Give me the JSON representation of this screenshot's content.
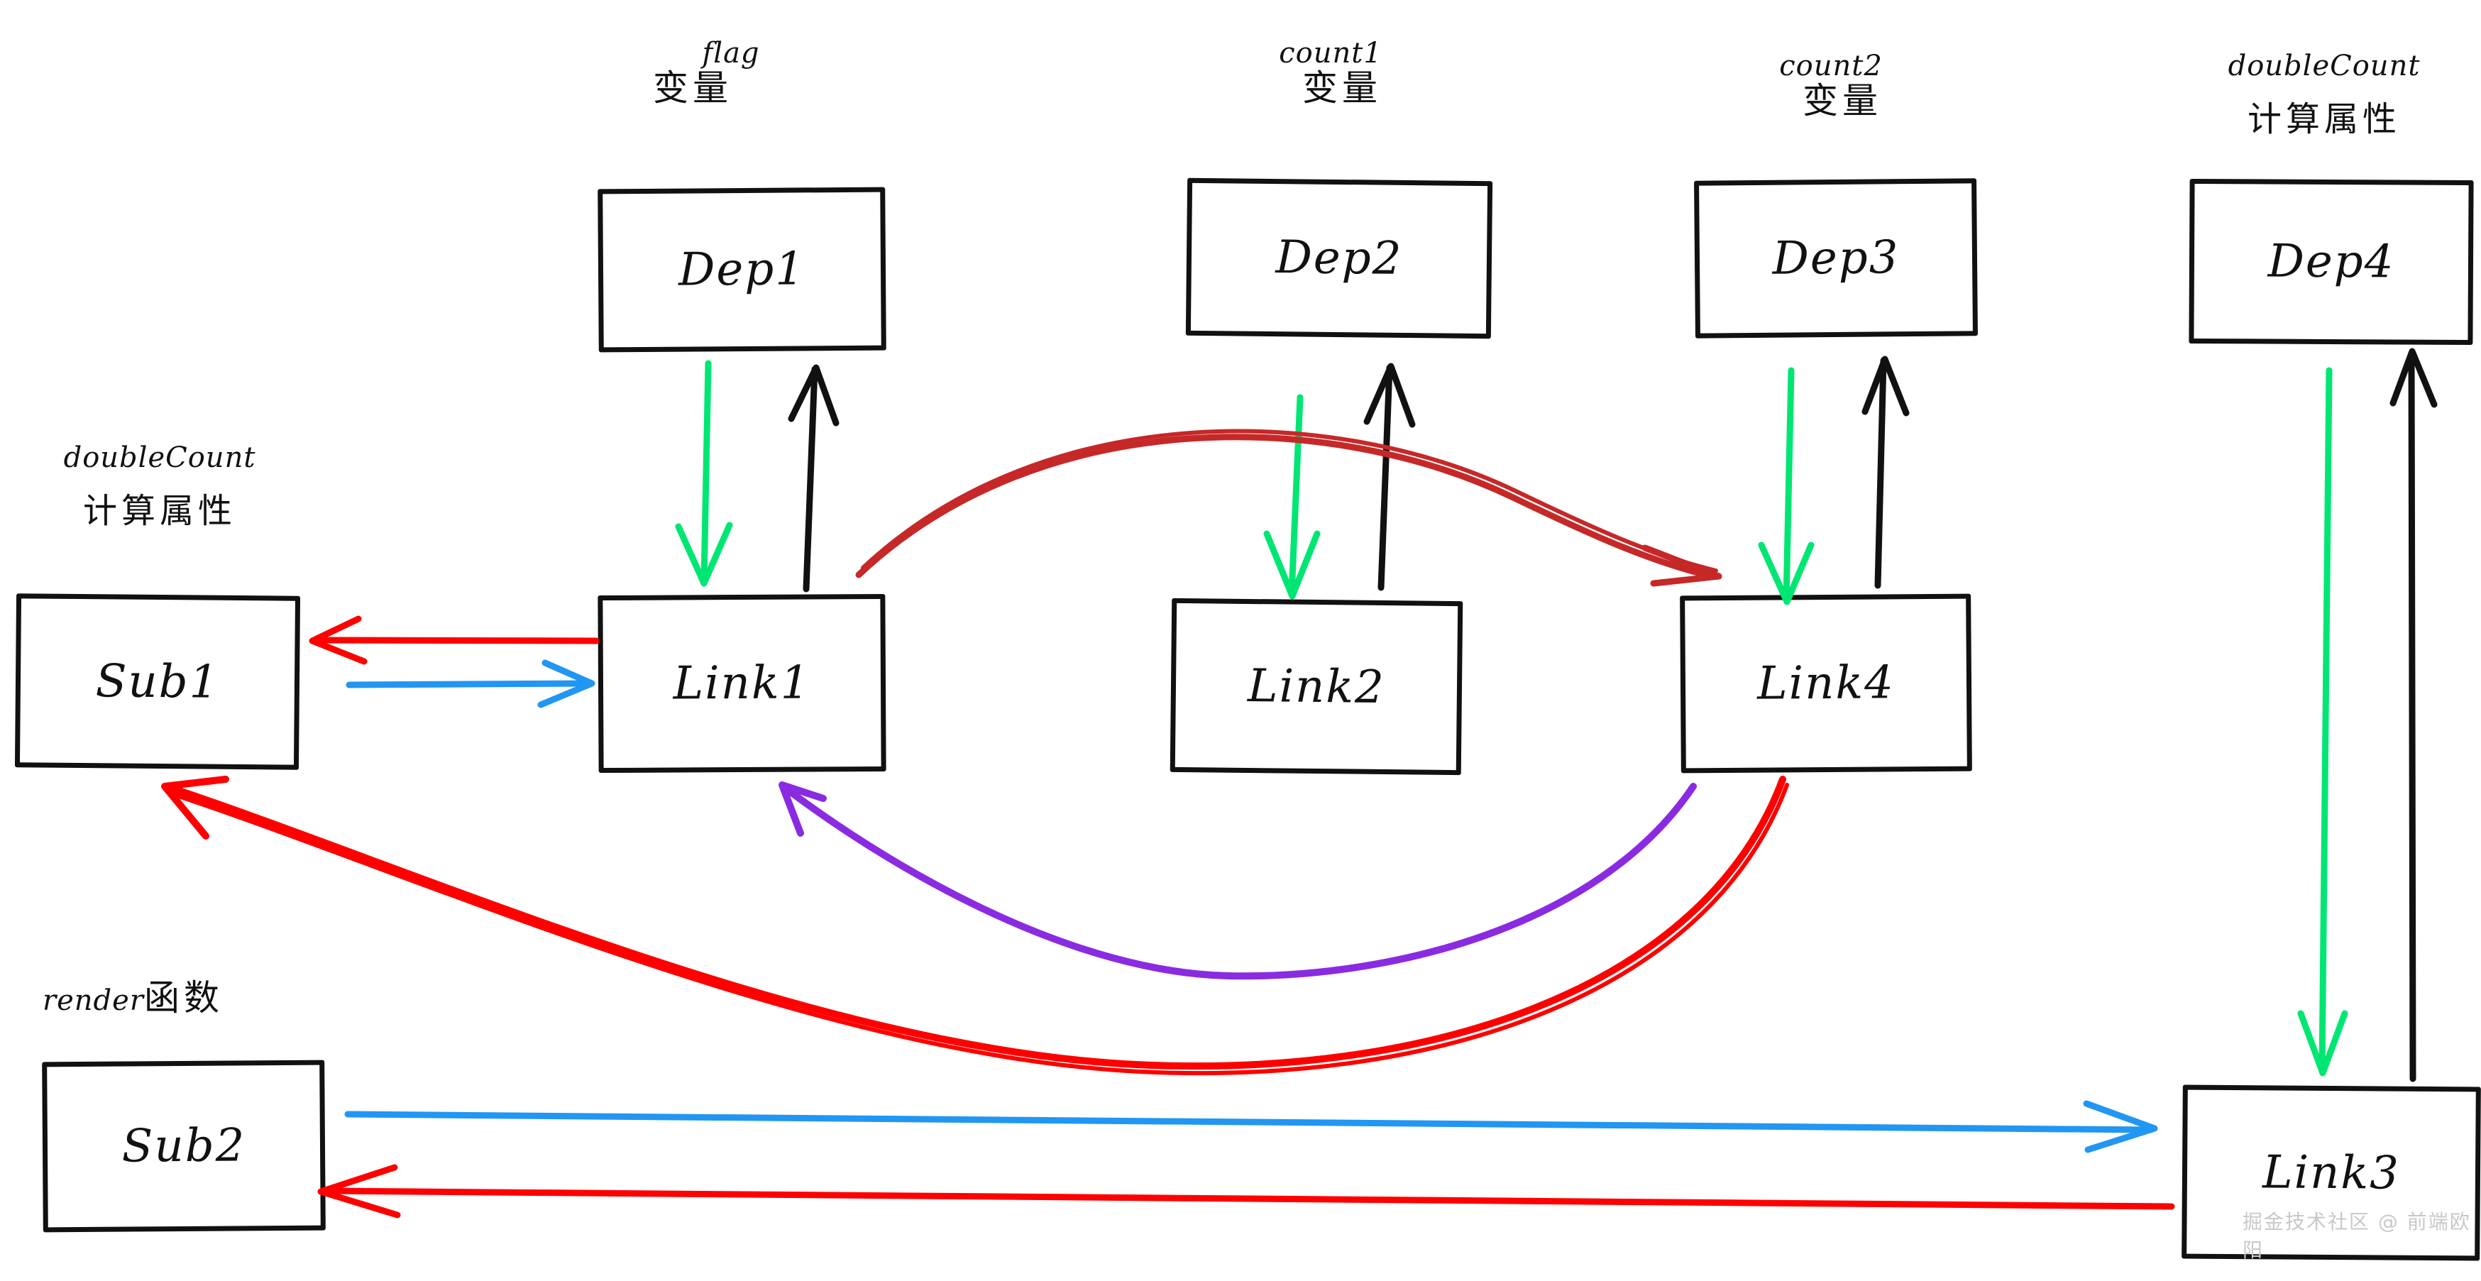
{
  "diagram": {
    "title_colors": {
      "green": "#00e673",
      "black": "#111111",
      "red": "#ff0000",
      "dark_red": "#c62828",
      "blue": "#2196f3",
      "purple": "#8a2be2"
    },
    "captions": [
      {
        "id": "cap-flag",
        "en": "flag",
        "cn": "变量"
      },
      {
        "id": "cap-count1",
        "en": "count1",
        "cn": "变量"
      },
      {
        "id": "cap-count2",
        "en": "count2",
        "cn": "变量"
      },
      {
        "id": "cap-doublecount-right",
        "en": "doubleCount",
        "cn": "计算属性"
      },
      {
        "id": "cap-doublecount-left",
        "en": "doubleCount",
        "cn": "计算属性"
      },
      {
        "id": "cap-render",
        "en": "render",
        "cn": "函数"
      }
    ],
    "boxes": [
      {
        "id": "dep1",
        "label": "Dep1"
      },
      {
        "id": "dep2",
        "label": "Dep2"
      },
      {
        "id": "dep3",
        "label": "Dep3"
      },
      {
        "id": "dep4",
        "label": "Dep4"
      },
      {
        "id": "sub1",
        "label": "Sub1"
      },
      {
        "id": "link1",
        "label": "Link1"
      },
      {
        "id": "link2",
        "label": "Link2"
      },
      {
        "id": "link4",
        "label": "Link4"
      },
      {
        "id": "sub2",
        "label": "Sub2"
      },
      {
        "id": "link3",
        "label": "Link3"
      }
    ],
    "connections": [
      {
        "from": "Dep1",
        "to": "Link1",
        "color": "green"
      },
      {
        "from": "Link1",
        "to": "Dep1",
        "color": "black"
      },
      {
        "from": "Dep2",
        "to": "Link2",
        "color": "green"
      },
      {
        "from": "Link2",
        "to": "Dep2",
        "color": "black"
      },
      {
        "from": "Dep3",
        "to": "Link4",
        "color": "green"
      },
      {
        "from": "Link4",
        "to": "Dep3",
        "color": "black"
      },
      {
        "from": "Dep4",
        "to": "Link3",
        "color": "green"
      },
      {
        "from": "Link3",
        "to": "Dep4",
        "color": "black"
      },
      {
        "from": "Link1",
        "to": "Sub1",
        "color": "red"
      },
      {
        "from": "Sub1",
        "to": "Link1",
        "color": "blue"
      },
      {
        "from": "Link1",
        "to": "Link4",
        "color": "dark_red"
      },
      {
        "from": "Link4",
        "to": "Link1",
        "color": "purple"
      },
      {
        "from": "Link4",
        "to": "Sub1",
        "color": "red"
      },
      {
        "from": "Sub2",
        "to": "Link3",
        "color": "blue"
      },
      {
        "from": "Link3",
        "to": "Sub2",
        "color": "red"
      }
    ],
    "watermark": "掘金技术社区 @ 前端欧阳"
  }
}
